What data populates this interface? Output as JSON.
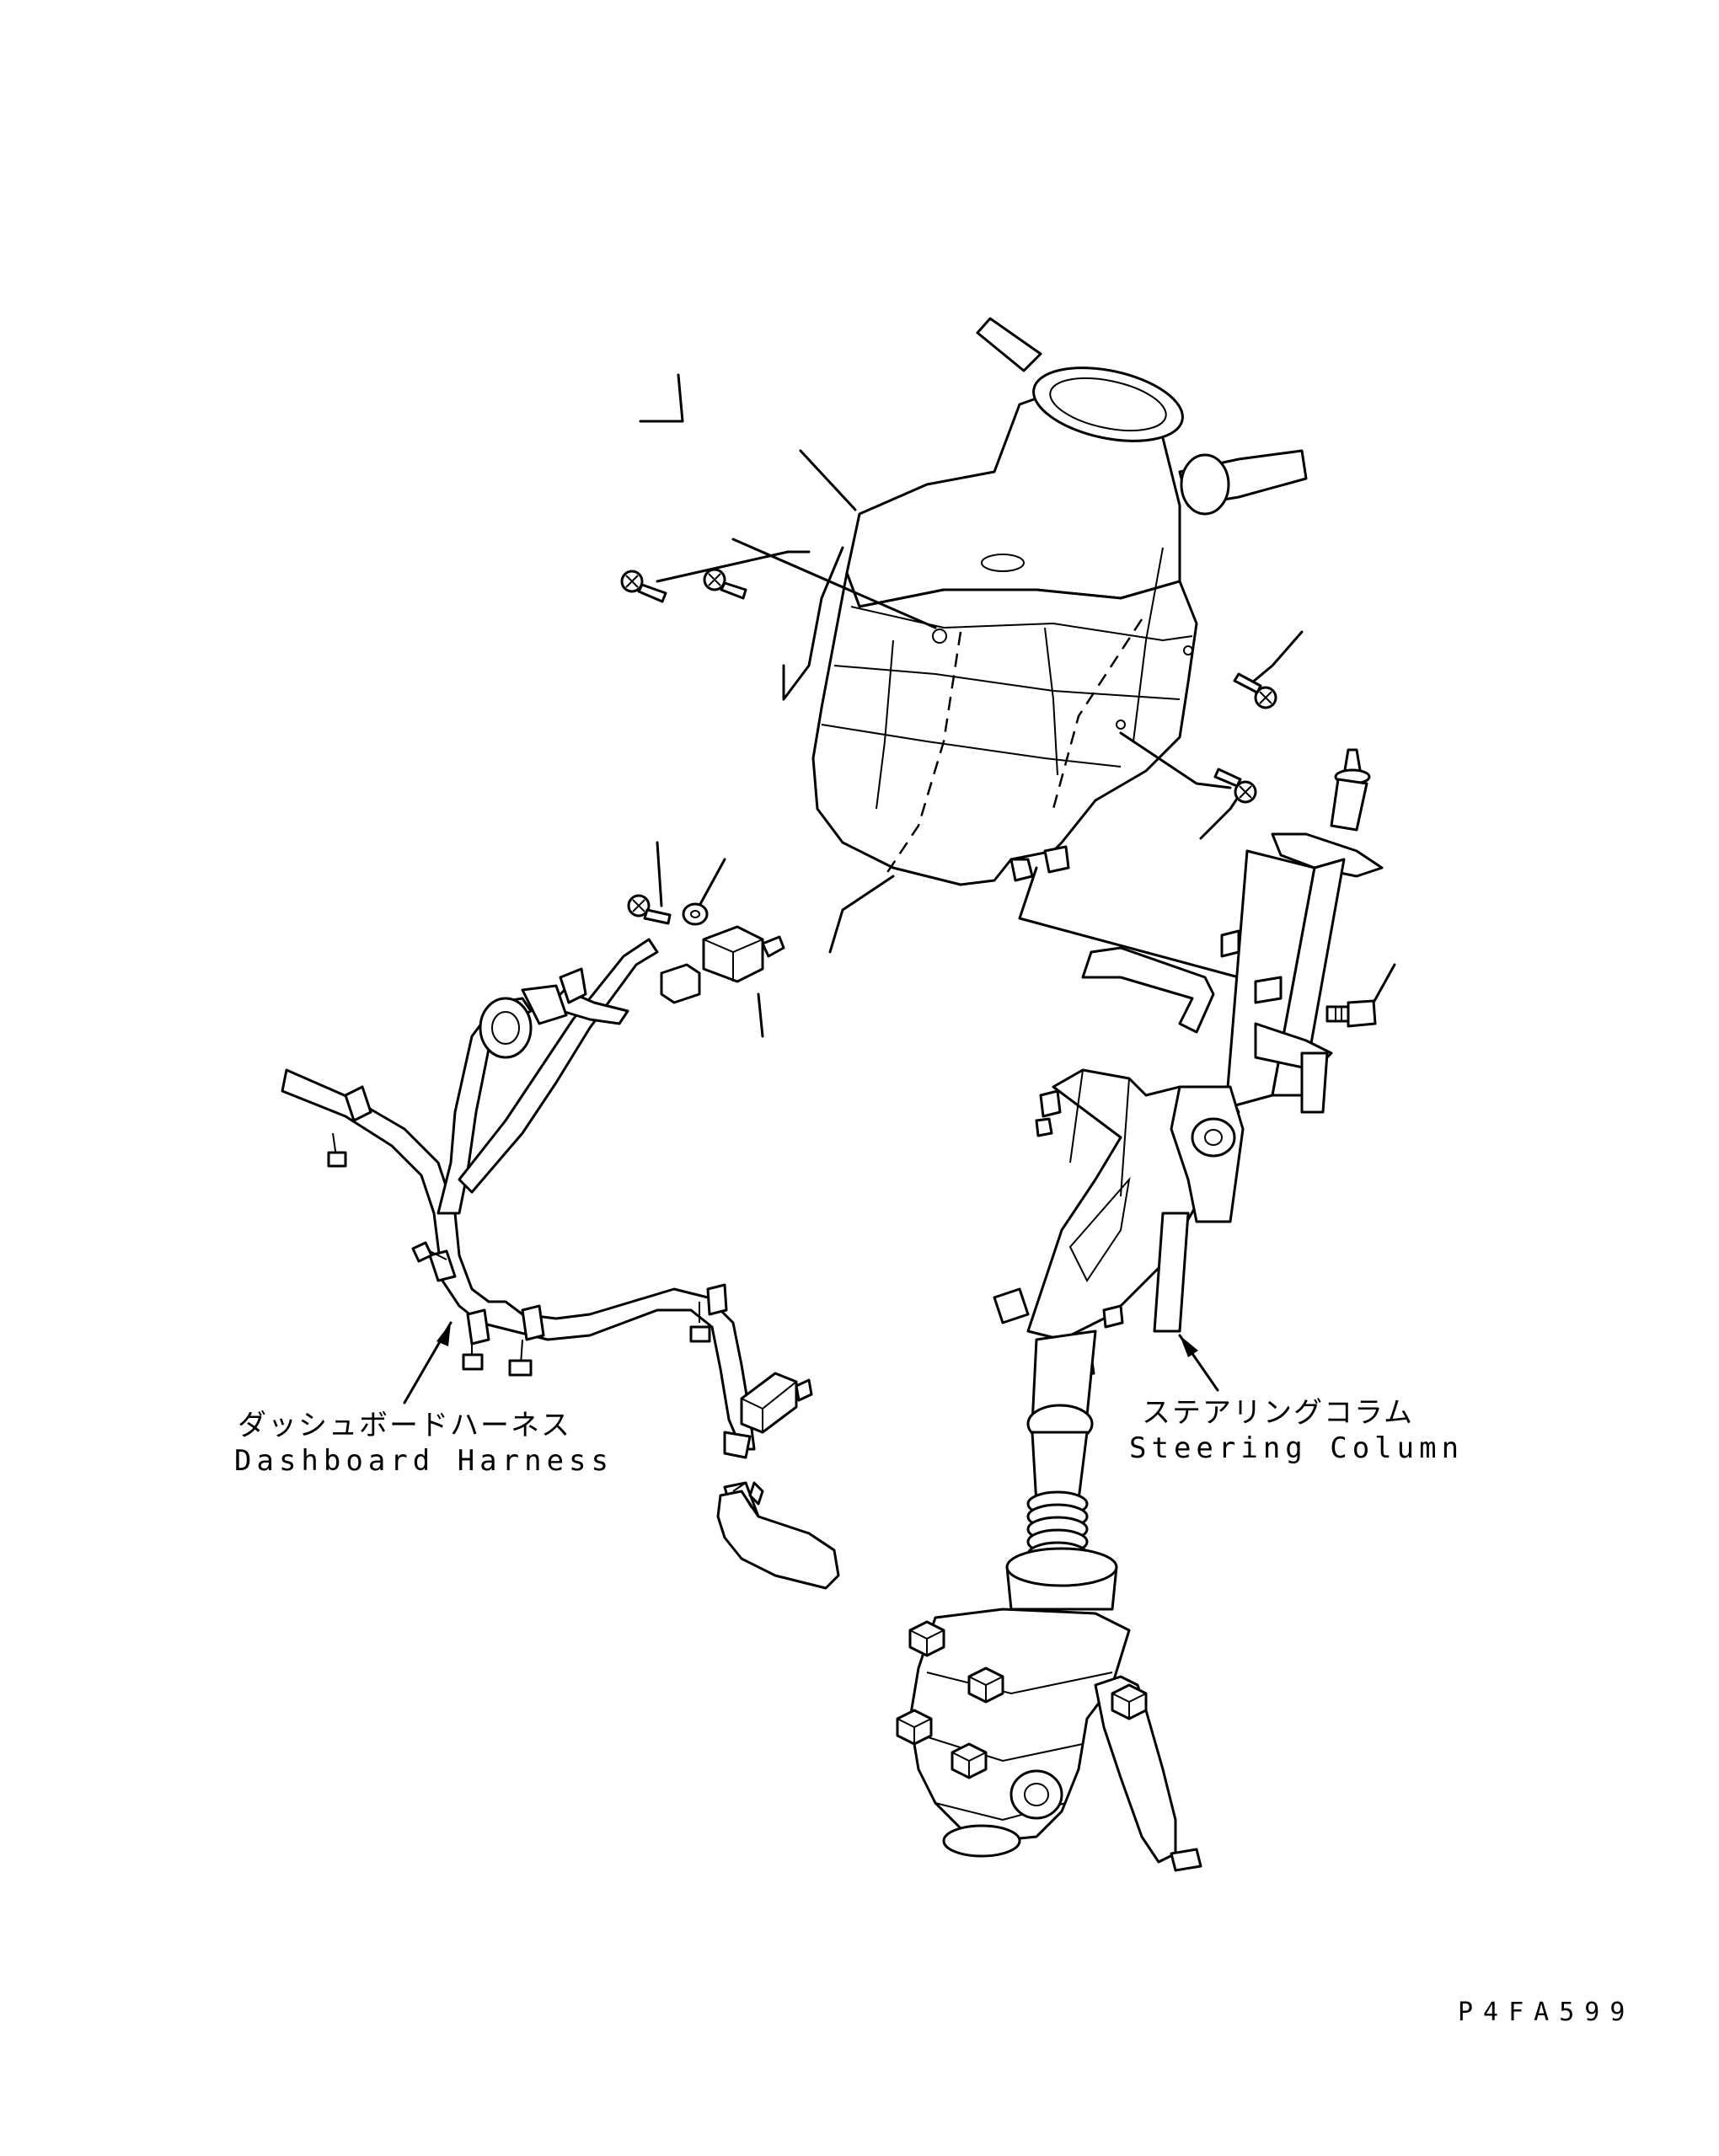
{
  "labels": {
    "dashboard_harness_jp": "ダッシュボードハーネス",
    "dashboard_harness_en": "Dashboard Harness",
    "steering_column_jp": "ステアリングコラム",
    "steering_column_en": "Steering Column"
  },
  "drawing_code": "P4FA599"
}
